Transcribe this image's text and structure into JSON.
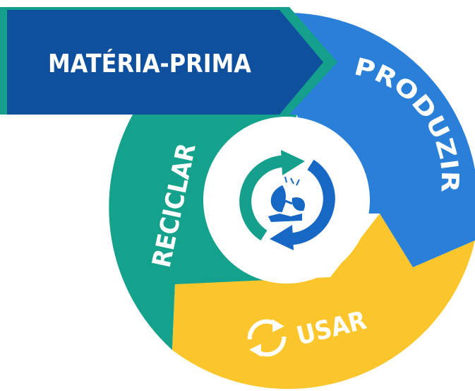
{
  "labels": {
    "materia_prima": "MATÉRIA-PRIMA",
    "produzir": "PRODUZIR",
    "usar": "USAR",
    "reciclar": "RECICLAR"
  },
  "colors": {
    "banner_blue": "#0E4F9E",
    "banner_teal": "#14A08C",
    "produzir_blue": "#2A80D8",
    "usar_yellow": "#FBC62C",
    "reciclar_green": "#15A28D",
    "center_white": "#FFFFFF",
    "icon_blue": "#1668C4",
    "icon_green": "#14A08C"
  },
  "icons": {
    "usar_icon": "refresh-arrows-icon",
    "center_icon": "plant-in-hand-cycle-icon"
  }
}
